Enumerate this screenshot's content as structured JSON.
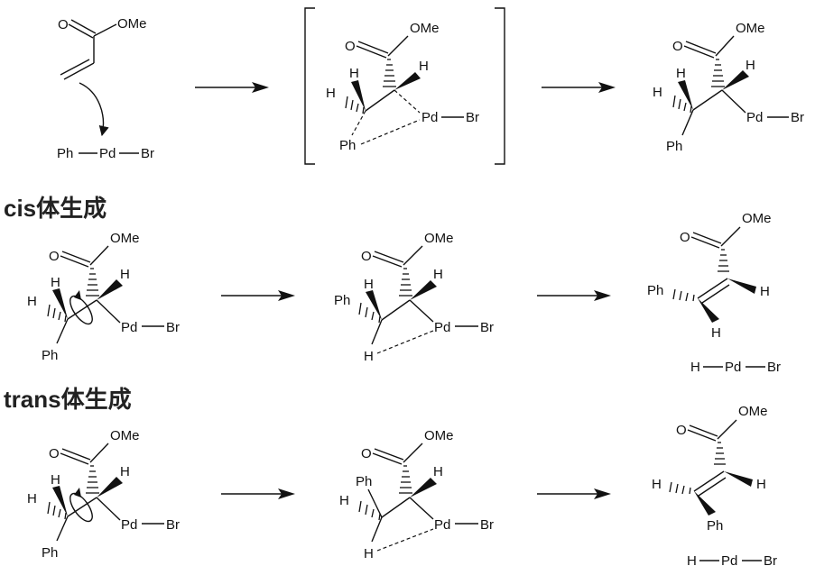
{
  "headings": {
    "cis": "cis体生成",
    "trans": "trans体生成"
  },
  "atoms": {
    "ome": "OMe",
    "o": "O",
    "h": "H",
    "ph": "Ph",
    "pd": "Pd",
    "br": "Br"
  },
  "colors": {
    "ink": "#111111",
    "heading": "#222222",
    "background": "#ffffff"
  }
}
